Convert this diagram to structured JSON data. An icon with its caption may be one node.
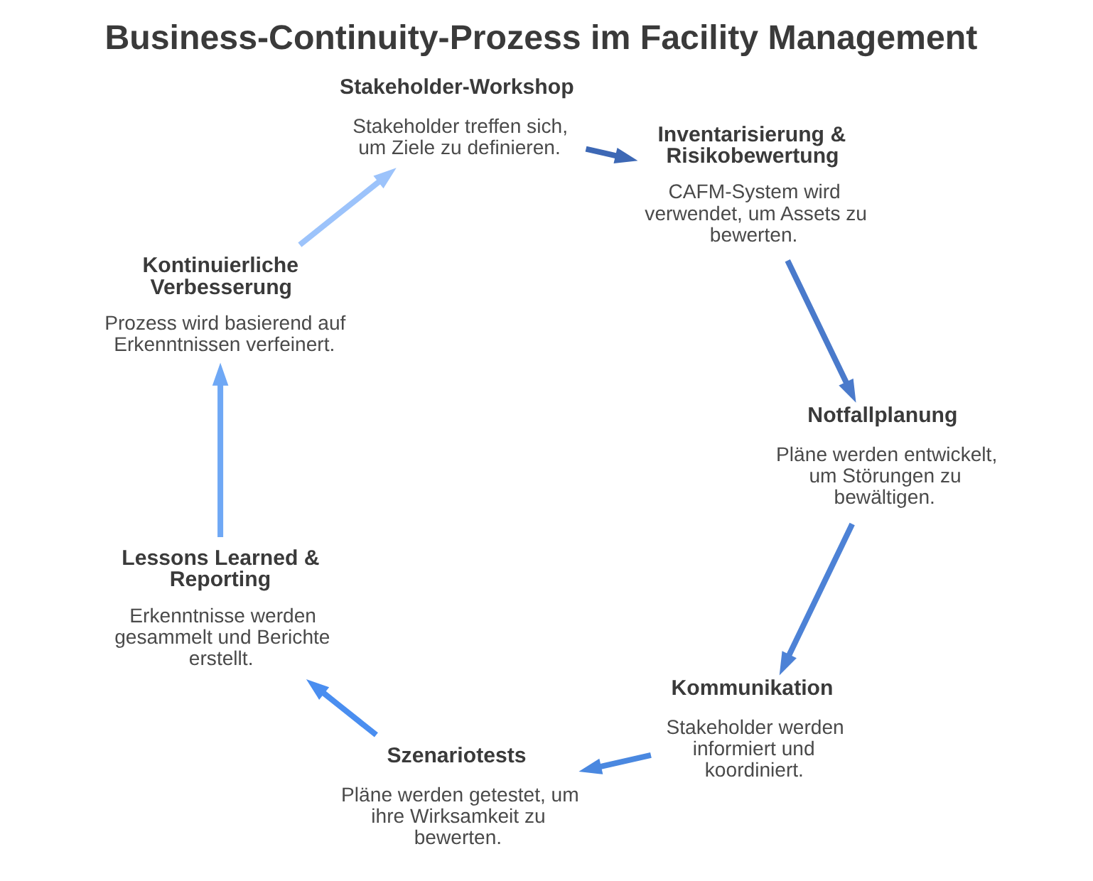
{
  "diagram": {
    "title": "Business-Continuity-Prozess im Facility Management",
    "nodes": [
      {
        "text": [
          "Stakeholder-Workshop",
          "Stakeholder treffen sich, um Ziele zu definieren."
        ]
      },
      {
        "text": [
          "Inventarisierung & Risikobewertung",
          "CAFM-System wird verwendet, um Assets zu bewerten."
        ]
      },
      {
        "text": [
          "Notfallplanung",
          "Pläne werden entwickelt, um Störungen zu bewältigen."
        ]
      },
      {
        "text": [
          "Kommunikation",
          "Stakeholder werden informiert und koordiniert."
        ]
      },
      {
        "text": [
          "Szenariotests",
          "Pläne werden getestet, um ihre Wirksamkeit zu bewerten."
        ]
      },
      {
        "text": [
          "Lessons Learned & Reporting",
          "Erkenntnisse werden gesammelt und Berichte erstellt."
        ]
      },
      {
        "text": [
          "Kontinuierliche Verbesserung",
          "Prozess wird basierend auf Erkenntnissen verfeinert."
        ]
      }
    ],
    "edges": [
      {
        "from": 0,
        "to": 1,
        "arrow": "to",
        "color": "#3d68b5"
      },
      {
        "from": 1,
        "to": 2,
        "arrow": "to",
        "color": "#4a7acb"
      },
      {
        "from": 2,
        "to": 3,
        "arrow": "to",
        "color": "#4d82d6"
      },
      {
        "from": 3,
        "to": 4,
        "arrow": "to",
        "color": "#4a88e0"
      },
      {
        "from": 4,
        "to": 5,
        "arrow": "to",
        "color": "#4a8ef0"
      },
      {
        "from": 5,
        "to": 6,
        "arrow": "to",
        "color": "#6fa8f5"
      },
      {
        "from": 6,
        "to": 0,
        "arrow": "to",
        "color": "#9cc3fb"
      }
    ]
  }
}
